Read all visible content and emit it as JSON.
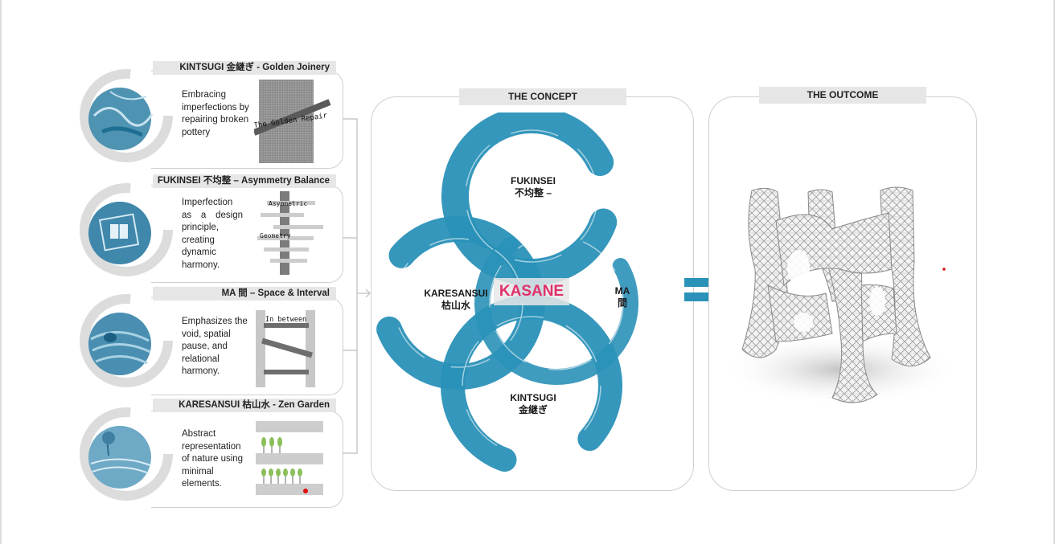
{
  "cards": [
    {
      "title": "KINTSUGI 金継ぎ - Golden Joinery",
      "description": "Embracing imperfections by repairing broken pottery",
      "diagram_label": "The Golden Repair",
      "icon": "golden-repair-diagram"
    },
    {
      "title": "FUKINSEI 不均整 – Asymmetry Balance",
      "description": "Imperfection as a design principle, creating dynamic harmony.",
      "diagram_label_1": "Asymmetric",
      "diagram_label_2": "Geometry",
      "icon": "asymmetric-stack-diagram"
    },
    {
      "title": "MA 間 – Space & Interval",
      "description": "Emphasizes the void, spatial pause, and relational harmony.",
      "diagram_label": "In between",
      "icon": "in-between-diagram"
    },
    {
      "title": "KARESANSUI 枯山水 - Zen Garden",
      "description": "Abstract representation of nature using minimal elements.",
      "icon": "zen-garden-diagram"
    }
  ],
  "concept": {
    "title": "THE CONCEPT",
    "center": "KASANE",
    "rings": {
      "top": [
        "FUKINSEI",
        "不均整 –"
      ],
      "left": [
        "KARESANSUI",
        "枯山水"
      ],
      "right": [
        "MA",
        "間"
      ],
      "bottom": [
        "KINTSUGI",
        "金継ぎ"
      ]
    }
  },
  "outcome": {
    "title": "THE OUTCOME",
    "icon": "lattice-structure-render"
  },
  "colors": {
    "accent_blue": "#2a91b8",
    "kasane_pink": "#e0306a",
    "label_gray": "#e6e6e6"
  }
}
